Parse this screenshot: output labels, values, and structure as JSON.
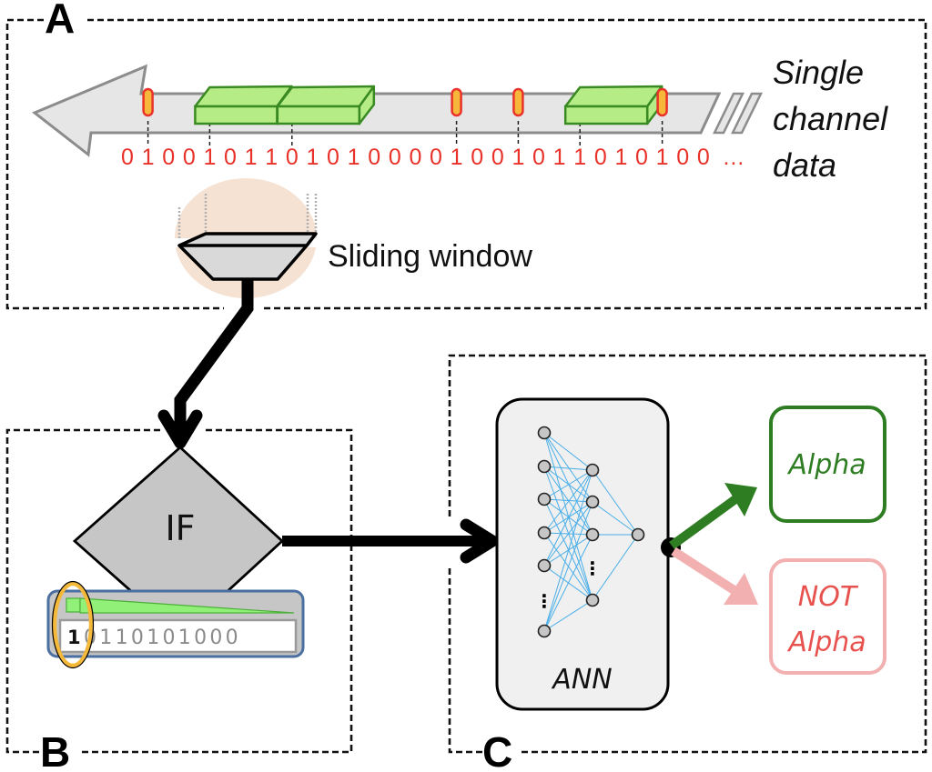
{
  "panels": {
    "a": {
      "label": "A",
      "bit_stream": "0100101101010000100101101010 0",
      "bits": [
        "0",
        "1",
        "0",
        "0",
        "1",
        "0",
        "1",
        "1",
        "0",
        "1",
        "0",
        "1",
        "0",
        "0",
        "0",
        "0",
        "1",
        "0",
        "0",
        "1",
        "0",
        "1",
        "1",
        "0",
        "1",
        "0",
        "1",
        "0",
        "0"
      ],
      "ellipsis": "…",
      "data_label_lines": [
        "Single",
        "channel",
        "data"
      ],
      "sliding_window_label": "Sliding window",
      "markers": [
        {
          "type": "spike",
          "bit_index": 1
        },
        {
          "type": "burst",
          "bit_index": 4
        },
        {
          "type": "burst",
          "bit_index": 8
        },
        {
          "type": "spike",
          "bit_index": 16
        },
        {
          "type": "spike",
          "bit_index": 19
        },
        {
          "type": "burst",
          "bit_index": 22
        },
        {
          "type": "spike",
          "bit_index": 26
        }
      ]
    },
    "b": {
      "label": "B",
      "decision_label": "IF",
      "window_first_bit": "1",
      "window_rest_bits": "0110101000"
    },
    "c": {
      "label": "C",
      "network_label": "ANN",
      "network_layers": {
        "input_nodes_shown": 6,
        "hidden_nodes_shown": 4,
        "output_nodes": 1
      },
      "ellipsis_glyph": "⋮",
      "outputs": [
        {
          "lines": [
            "Alpha"
          ],
          "kind": "positive"
        },
        {
          "lines": [
            "NOT",
            "Alpha"
          ],
          "kind": "negative"
        }
      ]
    }
  },
  "colors": {
    "bit_red": "#e8322a",
    "spike_fill": "#f7b73a",
    "spike_stroke": "#e8322a",
    "burst_fill": "#b5ec86",
    "burst_stroke": "#3a8a23",
    "stream_fill": "#e6e6e6",
    "stream_stroke": "#8c8c8c",
    "sensor_glow": "#f5e2d3",
    "positive": "#2e7d22",
    "negative": "#f2b1b0",
    "negative_text": "#e8524e",
    "network_edge": "#4aaee8",
    "window_frame": "#4a6fa0",
    "highlight_ellipse": "#f4b93a"
  }
}
